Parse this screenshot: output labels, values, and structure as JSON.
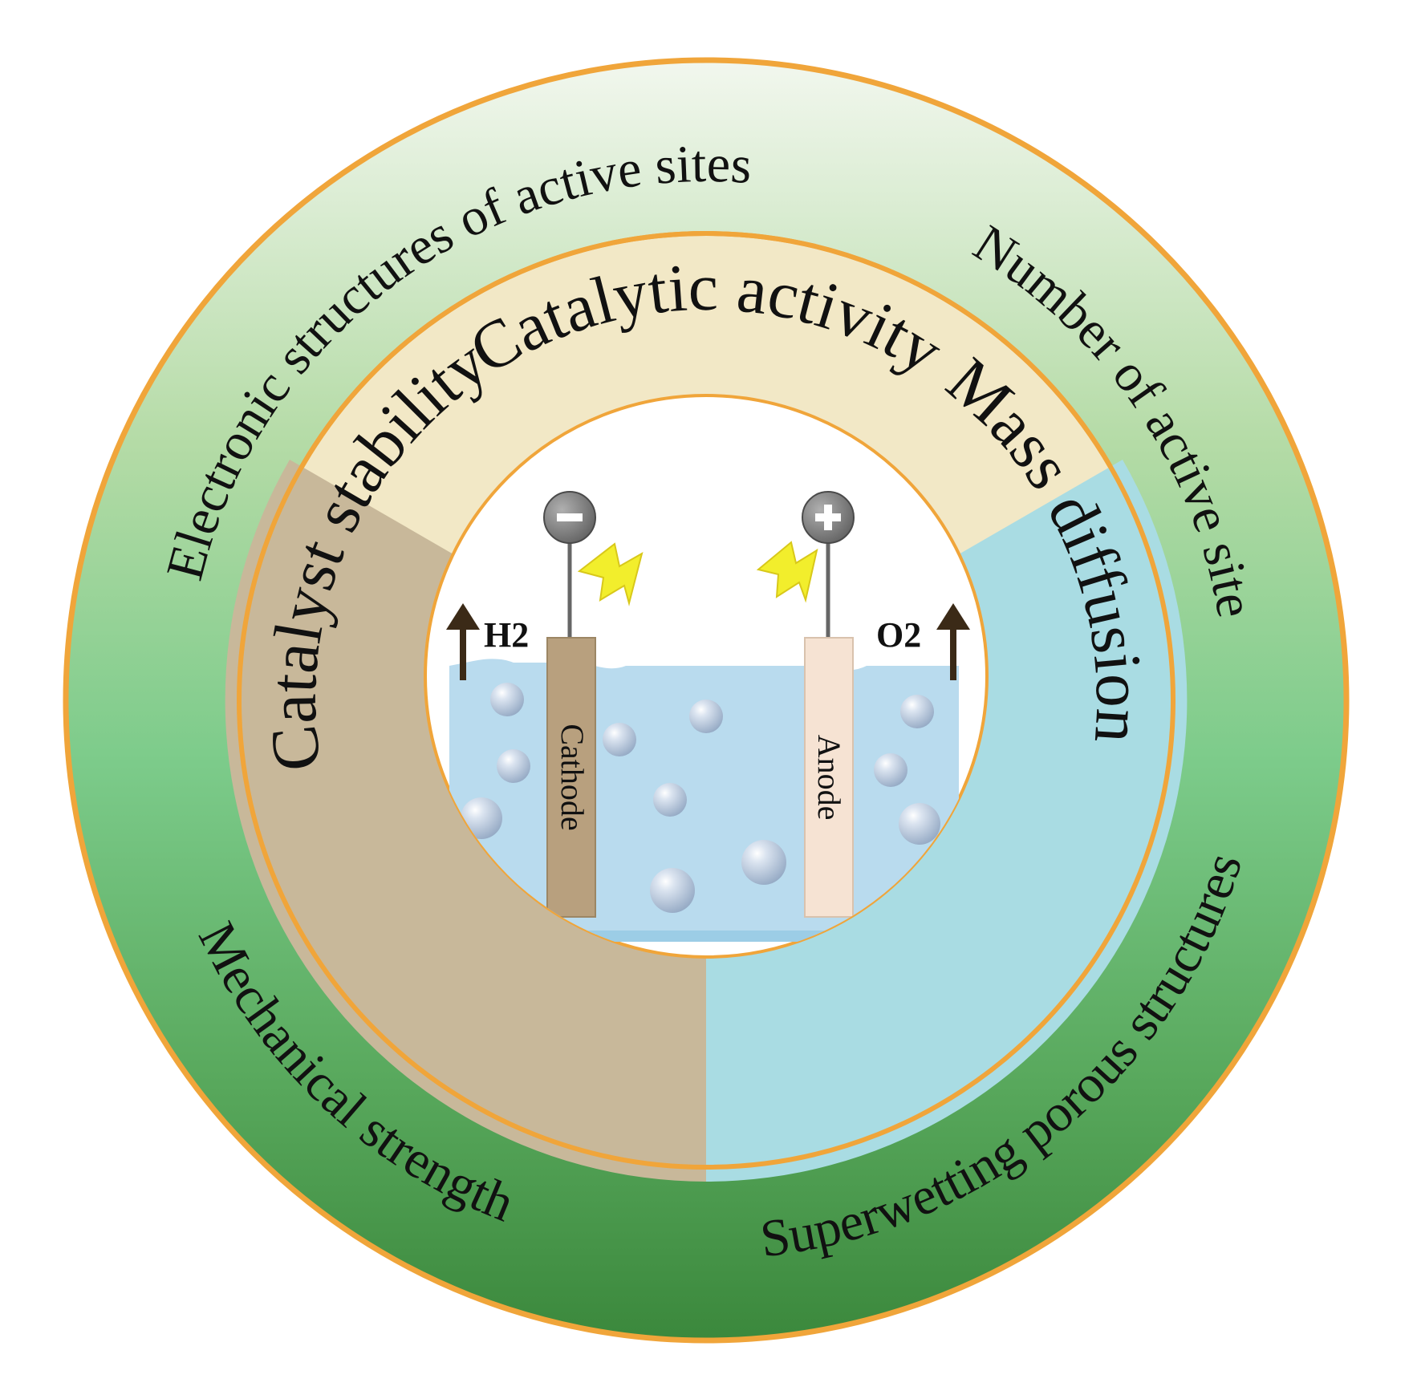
{
  "outer_ring": {
    "labels": [
      "Electronic structures of active sites",
      "Number of active site",
      "Mechanical strength",
      "Superwetting porous structures"
    ]
  },
  "inner_ring": {
    "sectors": [
      {
        "label": "Catalytic activity",
        "color": "#f2e8c6"
      },
      {
        "label": "Mass diffusion",
        "color": "#a9dce3"
      },
      {
        "label": "Catalyst stability",
        "color": "#c8b89a"
      }
    ]
  },
  "cell": {
    "cathode_label": "Cathode",
    "anode_label": "Anode",
    "cathode_gas": "H2",
    "anode_gas": "O2",
    "negative_terminal_icon": "minus-icon",
    "positive_terminal_icon": "plus-icon",
    "bolt_icon": "lightning-bolt-icon",
    "bubble_icon": "gas-bubble-icon"
  },
  "colors": {
    "ring_border": "#f0a53a",
    "outer_green_light": "#eef6e8",
    "outer_green_dark": "#3d8a3d",
    "electrolyte": "#b9dbee",
    "bolt": "#f2ee2c"
  }
}
